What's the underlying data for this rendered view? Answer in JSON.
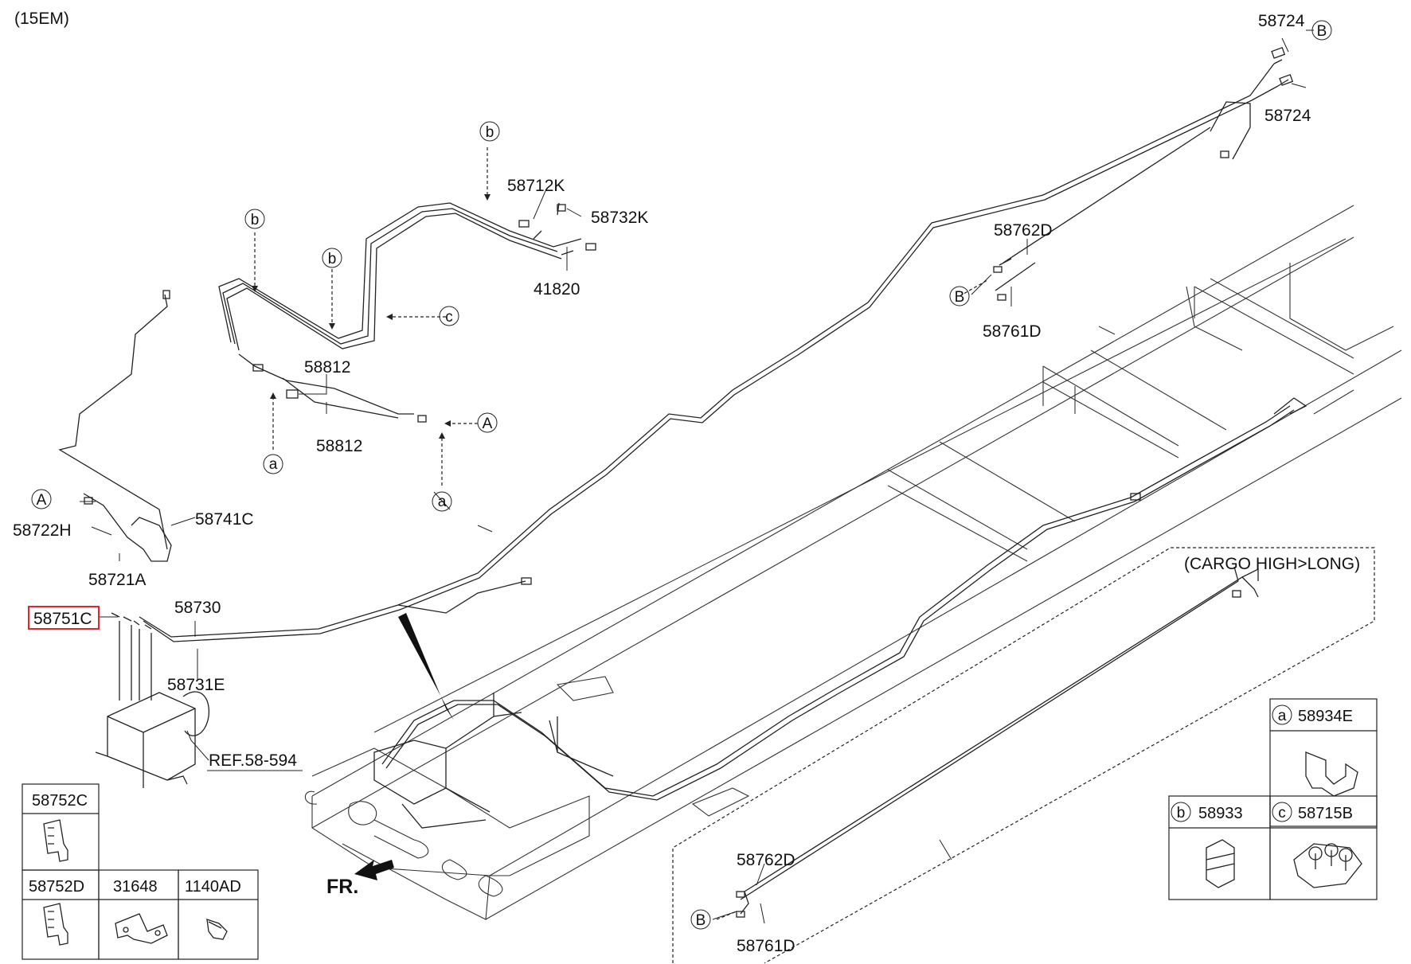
{
  "diagram": {
    "model_code": "(15EM)",
    "variant_label": "(CARGO HIGH>LONG)",
    "front_label": "FR.",
    "reference_label": "REF.58-594",
    "highlighted_part": "58751C",
    "callouts": {
      "A": "A",
      "B": "B",
      "a": "a",
      "b": "b",
      "c": "c"
    },
    "parts": {
      "p58724_top": "58724",
      "p58724_bottom": "58724",
      "p58712K": "58712K",
      "p58732K": "58732K",
      "p41820": "41820",
      "p58812_top": "58812",
      "p58812_bottom": "58812",
      "p58762D_top": "58762D",
      "p58761D_top": "58761D",
      "p58741C": "58741C",
      "p58722H": "58722H",
      "p58721A": "58721A",
      "p58730": "58730",
      "p58751C": "58751C",
      "p58731E": "58731E",
      "p58762D_bottom": "58762D",
      "p58761D_bottom": "58761D"
    },
    "legend_left": {
      "cell1": "58752C",
      "cell2": "58752D",
      "cell3": "31648",
      "cell4": "1140AD"
    },
    "legend_right": {
      "a_part": "58934E",
      "b_part": "58933",
      "c_part": "58715B"
    }
  }
}
